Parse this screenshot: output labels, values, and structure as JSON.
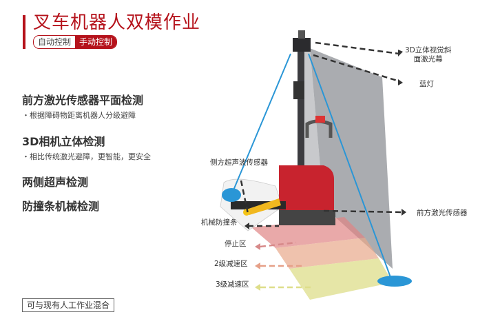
{
  "header": {
    "title": "叉车机器人双模作业",
    "modes": [
      {
        "label": "自动控制",
        "active": false
      },
      {
        "label": "手动控制",
        "active": true
      }
    ]
  },
  "features": [
    {
      "title": "前方激光传感器平面检测",
      "subtitle": "・根据障碍物距离机器人分级避障"
    },
    {
      "title": "3D相机立体检测",
      "subtitle": "・相比传统激光避障，更智能，更安全"
    },
    {
      "title": "两侧超声检测",
      "subtitle": ""
    },
    {
      "title": "防撞条机械检测",
      "subtitle": ""
    }
  ],
  "footer_badge": "可与现有人工作业混合",
  "callouts": {
    "camera_3d": "3D立体视觉斜\n面激光幕",
    "camera_3d_line1": "3D立体视觉斜",
    "camera_3d_line2": "面激光幕",
    "blue_light": "蓝灯",
    "side_ultrasonic": "侧方超声波传感器",
    "front_laser": "前方激光传感器",
    "bumper": "机械防撞条",
    "zones": [
      "停止区",
      "2级减速区",
      "3级减速区"
    ]
  },
  "colors": {
    "brand_red": "#b5121b",
    "sensor_blue": "#2a96d6",
    "stop_zone": "#e08585",
    "slow2_zone": "#e8a88a",
    "slow3_zone": "#dede8a",
    "laser_curtain": "#8e9096"
  }
}
